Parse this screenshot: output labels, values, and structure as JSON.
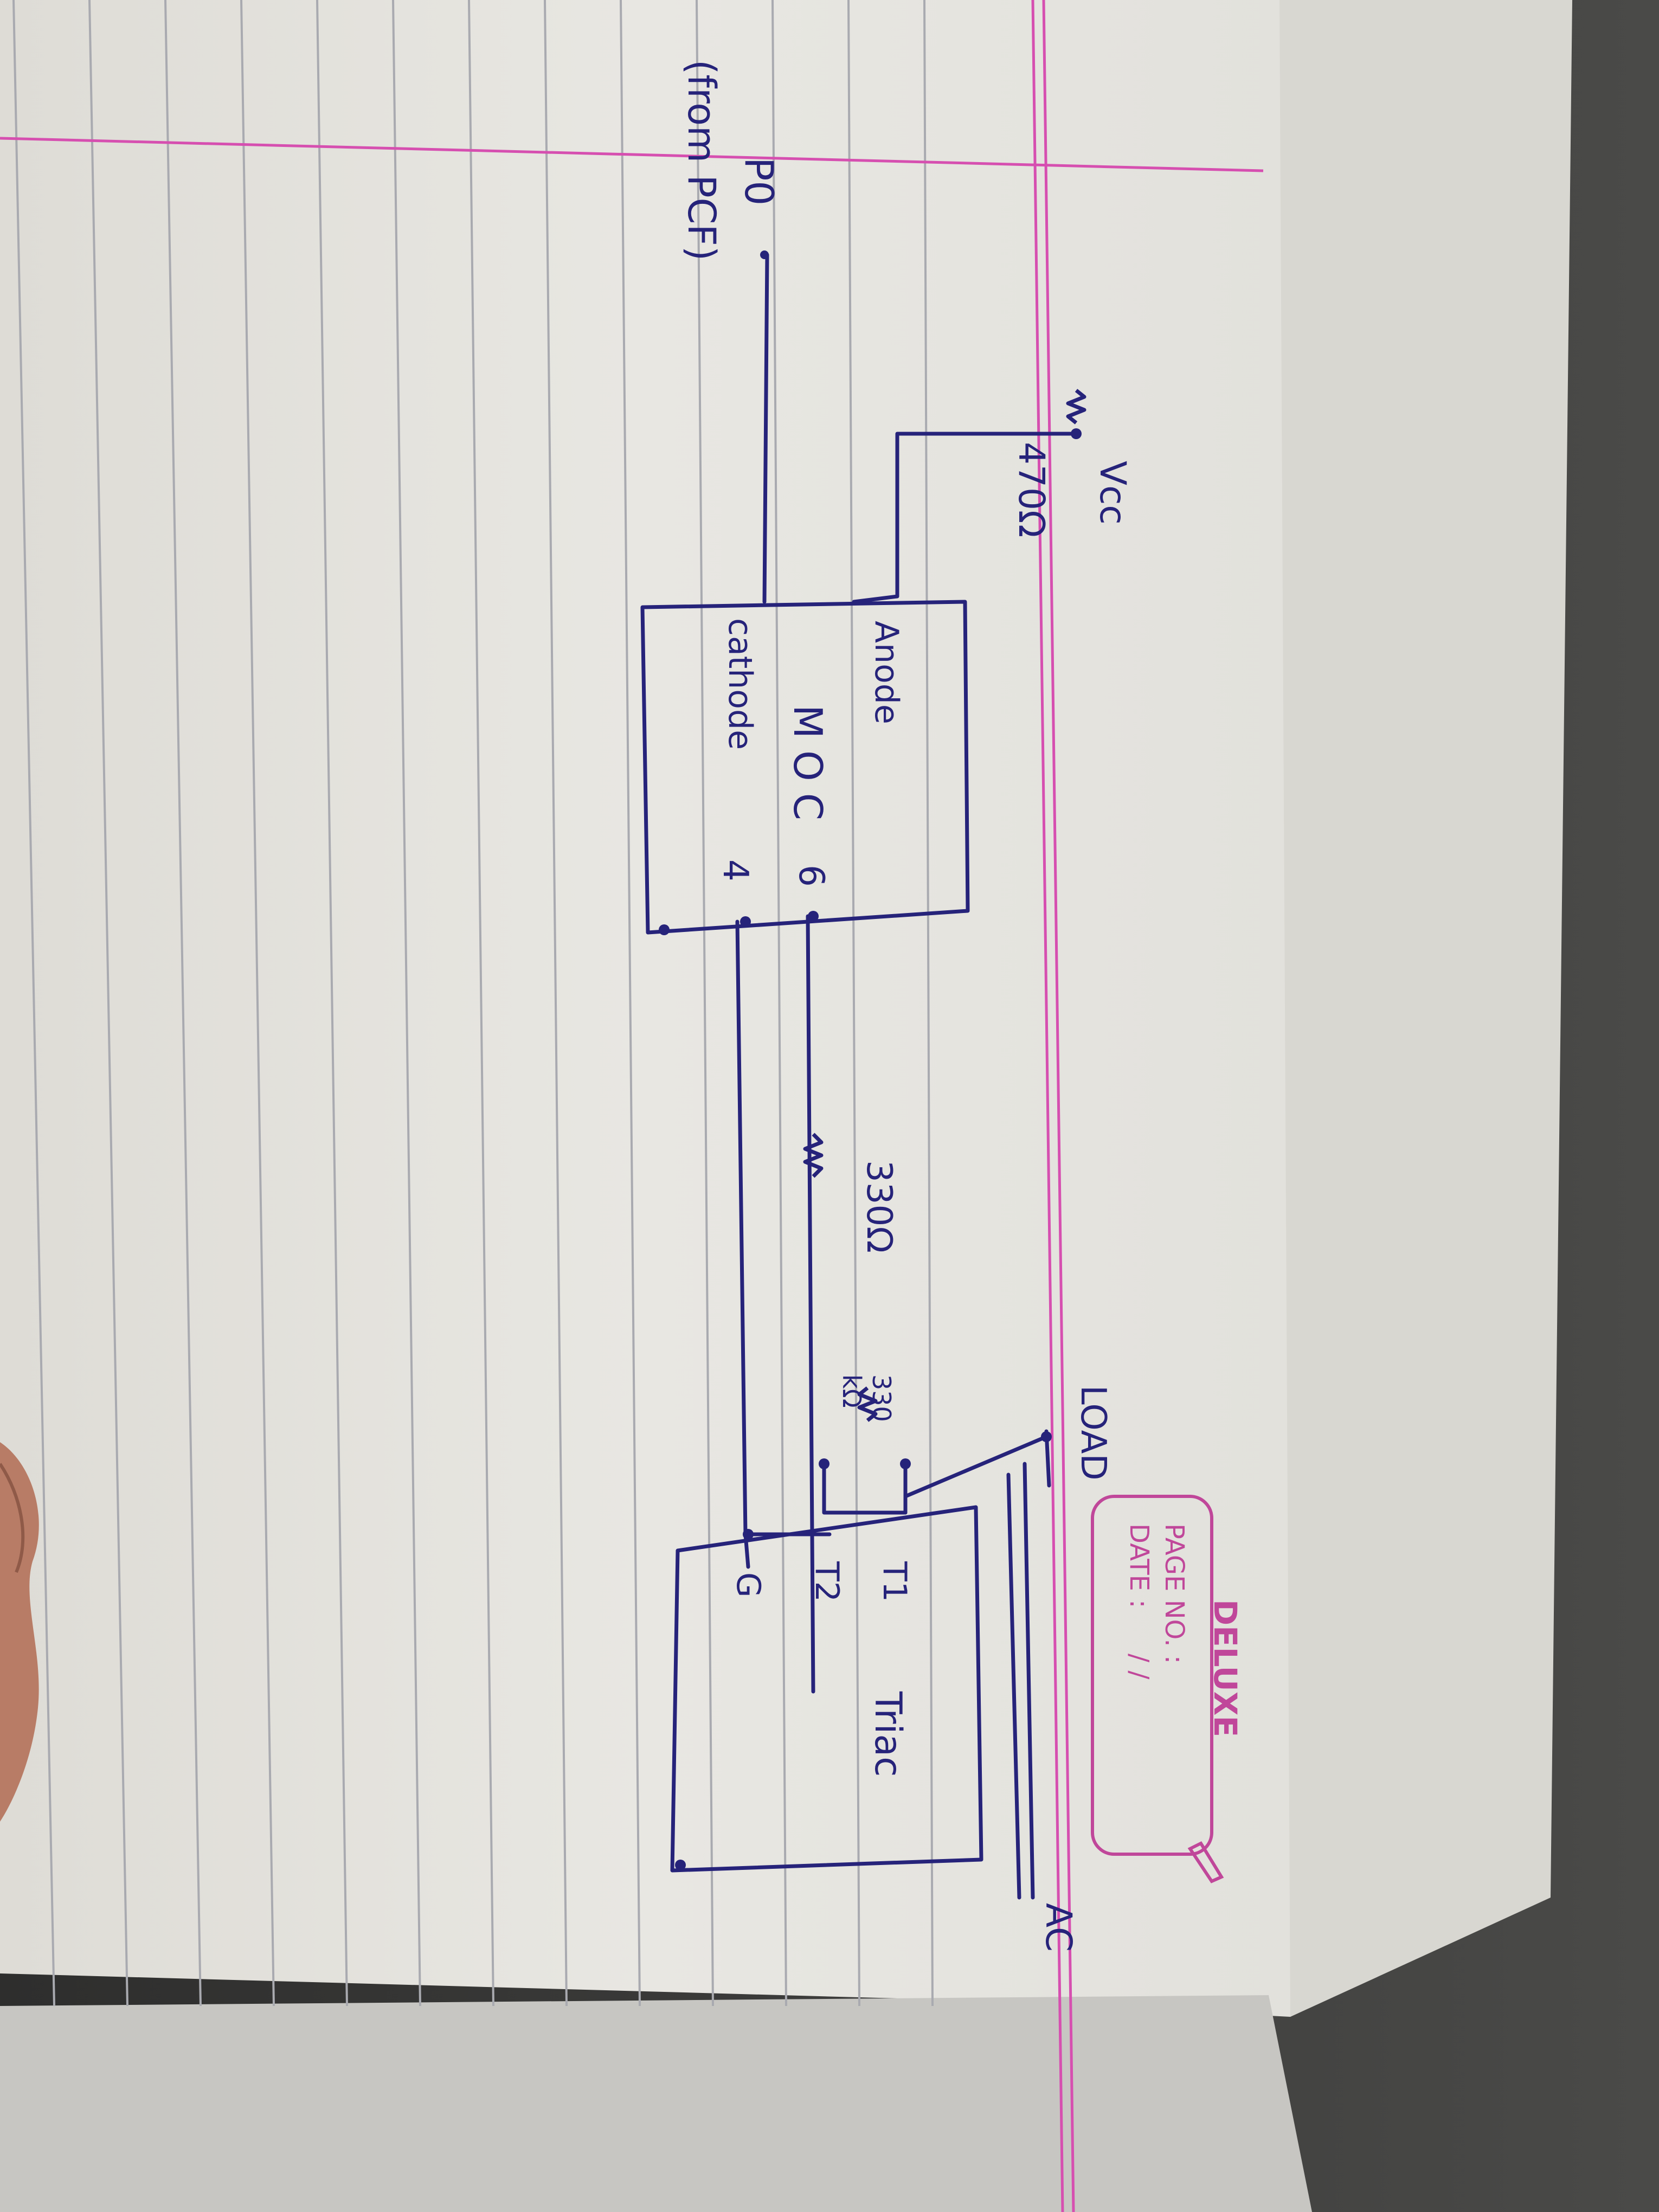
{
  "notebook": {
    "brand": "DELUXE",
    "page_no_label": "PAGE NO. :",
    "date_label": "DATE :",
    "date_value": "/ /"
  },
  "diagram": {
    "input_pin": "P0",
    "input_source": "(from PCF)",
    "supply": "Vcc",
    "supply_resistor": "470Ω",
    "opto_label": "MOC",
    "opto_anode": "Anode",
    "opto_cathode": "cathode",
    "opto_pin6": "6",
    "opto_pin4": "4",
    "gate_resistor": "330Ω",
    "snubber_resistor_value": "330",
    "snubber_resistor_unit": "kΩ",
    "triac_label": "Triac",
    "triac_t1": "T1",
    "triac_t2": "T2",
    "triac_gate": "G",
    "load_label": "LOAD",
    "ac_label": "AC"
  },
  "colors": {
    "ink": "#26237a",
    "margin_pink": "#d64fb0",
    "rule_gray": "#a9aab0",
    "paper": "#e4e3de"
  }
}
